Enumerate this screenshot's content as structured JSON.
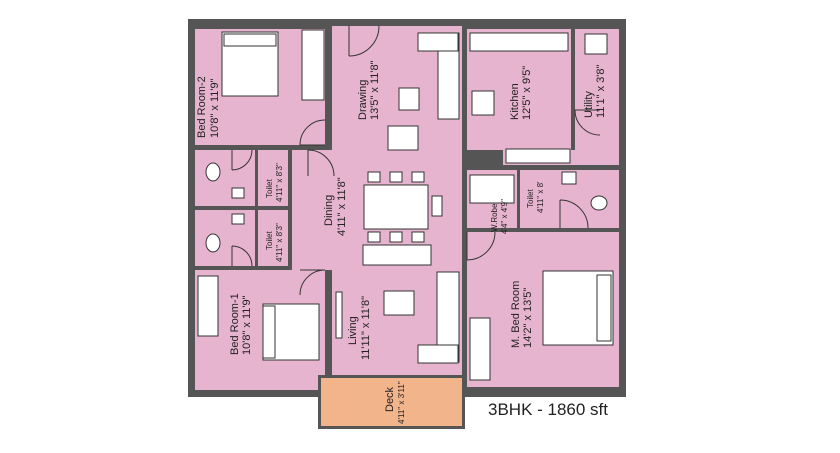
{
  "plan": {
    "caption": "3BHK - 1860 sft",
    "rooms": {
      "bed_room_2": {
        "name": "Bed Room-2",
        "size": "10'8\" x 11'9\""
      },
      "drawing": {
        "name": "Drawing",
        "size": "13'5\" x 11'8\""
      },
      "kitchen": {
        "name": "Kitchen",
        "size": "12'5\" x 9'5\""
      },
      "utility": {
        "name": "Utility",
        "size": "11'1\" x 3'8\""
      },
      "toilet_upper": {
        "name": "Toilet",
        "size": "4'11\" x 8'3\""
      },
      "toilet_lower": {
        "name": "Toilet",
        "size": "4'11\" x 8'3\""
      },
      "dining": {
        "name": "Dining",
        "size": "4'11\" x 11'8\""
      },
      "toilet_right": {
        "name": "Toilet",
        "size": "4'11\" x 8'"
      },
      "wrobe": {
        "name": "W.Robe",
        "size": "4'4\" x 4'9\""
      },
      "bed_room_1": {
        "name": "Bed Room-1",
        "size": "10'8\" x 11'9\""
      },
      "living": {
        "name": "Living",
        "size": "11'11\" x 11'8\""
      },
      "m_bed_room": {
        "name": "M. Bed Room",
        "size": "14'2\" x 13'5\""
      },
      "deck": {
        "name": "Deck",
        "size": "4'11\" x 3'11\""
      }
    },
    "colors": {
      "room": "#e7b4cf",
      "deck": "#f2b48a",
      "wall": "#555555"
    }
  }
}
